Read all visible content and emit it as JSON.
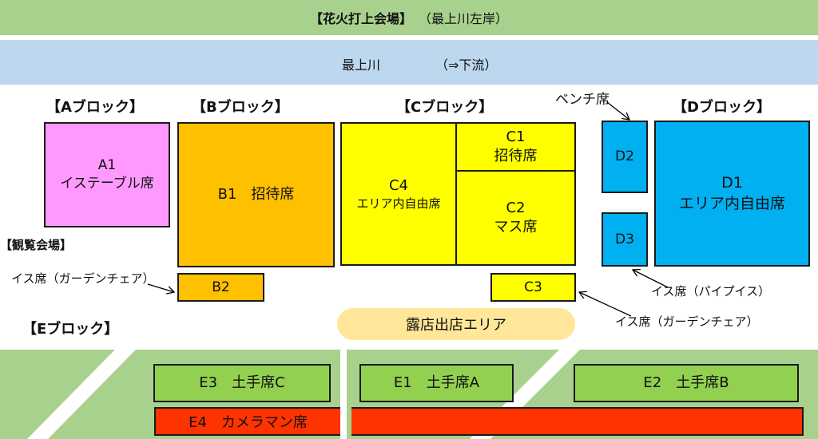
{
  "header": {
    "title": "【花火打上会場】",
    "subtitle": "（最上川左岸）",
    "color": "#a9d18e"
  },
  "river": {
    "name": "最上川",
    "direction": "（⇒下流）",
    "color": "#bdd7ee"
  },
  "blocks": {
    "a": {
      "label": "【Aブロック】"
    },
    "b": {
      "label": "【Bブロック】"
    },
    "c": {
      "label": "【Cブロック】"
    },
    "d": {
      "label": "【Dブロック】"
    },
    "e": {
      "label": "【Eブロック】"
    }
  },
  "seats": {
    "a1": {
      "code": "A1",
      "name": "イステーブル席",
      "color": "#ff99ff"
    },
    "b1": {
      "text": "B1　招待席",
      "color": "#ffc000"
    },
    "b2": {
      "code": "B2",
      "color": "#ffc000"
    },
    "c4": {
      "code": "C4",
      "name": "エリア内自由席",
      "color": "#ffff00"
    },
    "c1": {
      "code": "C1",
      "name": "招待席",
      "color": "#ffff00"
    },
    "c2": {
      "code": "C2",
      "name": "マス席",
      "color": "#ffff00"
    },
    "c3": {
      "code": "C3",
      "color": "#ffff00"
    },
    "d1": {
      "code": "D1",
      "name": "エリア内自由席",
      "color": "#00b0f0"
    },
    "d2": {
      "code": "D2",
      "color": "#00b0f0"
    },
    "d3": {
      "code": "D3",
      "color": "#00b0f0"
    },
    "e1": {
      "text": "E1　土手席A",
      "color": "#92d050"
    },
    "e2": {
      "text": "E2　土手席B",
      "color": "#92d050"
    },
    "e3": {
      "text": "E3　土手席C",
      "color": "#92d050"
    },
    "e4": {
      "text": "E4　カメラマン席",
      "color": "#ff3300"
    }
  },
  "annotations": {
    "kanran": "【観覧会場】",
    "bench": "ベンチ席",
    "garden_left": "イス席（ガーデンチェア）",
    "pipe": "イス席（パイプイス）",
    "garden_right": "イス席（ガーデンチェア）"
  },
  "stalls": {
    "text": "露店出店エリア",
    "color": "#ffe699"
  },
  "embankment": {
    "color": "#a9d18e"
  }
}
